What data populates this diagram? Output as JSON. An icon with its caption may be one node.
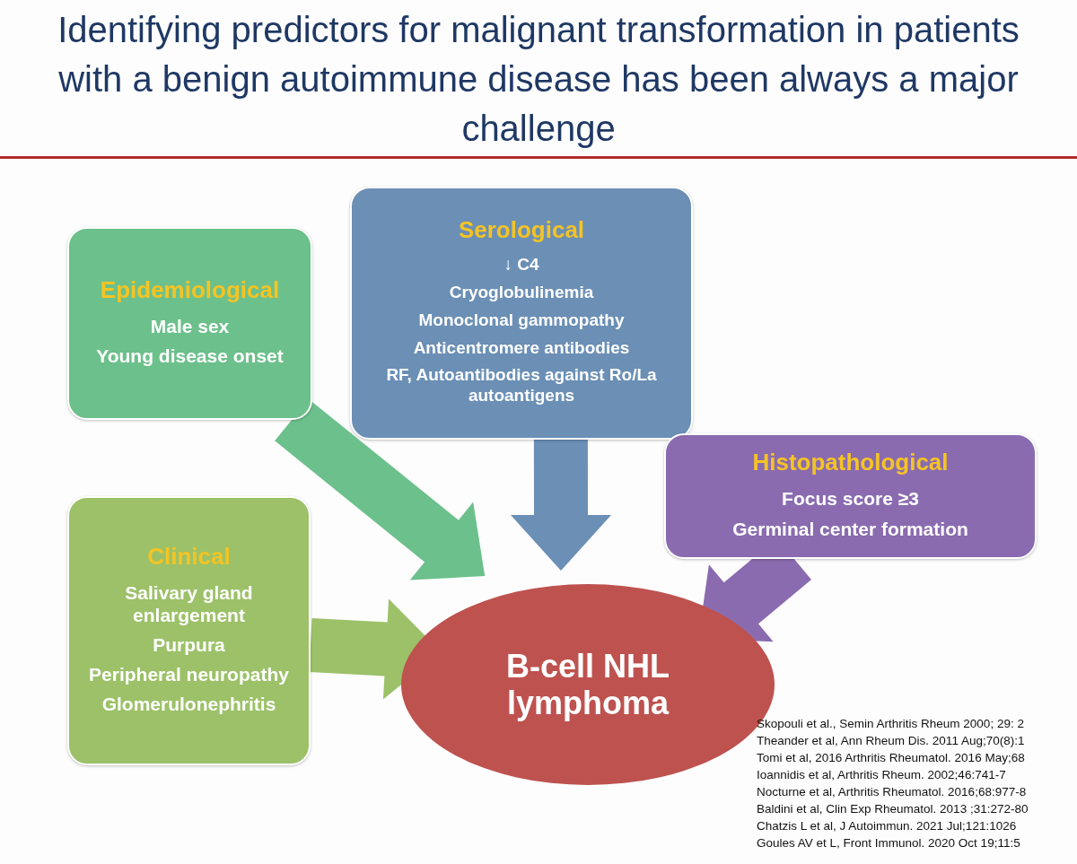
{
  "diagram": {
    "title": "Identifying predictors for malignant transformation in patients with a benign autoimmune disease has been always a major challenge",
    "nodes": [
      {
        "text": [
          "Epidemiological",
          "Male sex",
          "Young disease onset"
        ]
      },
      {
        "text": [
          "Serological",
          "↓ C4",
          "Cryoglobulinemia",
          "Monoclonal gammopathy",
          "Anticentromere antibodies",
          "RF, Autoantibodies against Ro/La autoantigens"
        ]
      },
      {
        "text": [
          "Histopathological",
          "Focus score ≥3",
          "Germinal center formation"
        ]
      },
      {
        "text": [
          "Clinical",
          "Salivary gland enlargement",
          "Purpura",
          "Peripheral neuropathy",
          "Glomerulonephritis"
        ]
      },
      {
        "text": [
          "B-cell NHL lymphoma"
        ]
      }
    ],
    "edges": [
      {
        "from": 0,
        "to": 4,
        "arrow": "to",
        "color": "#6cc08b"
      },
      {
        "from": 1,
        "to": 4,
        "arrow": "to",
        "color": "#6b8fb5"
      },
      {
        "from": 2,
        "to": 4,
        "arrow": "to",
        "color": "#8a6bb0"
      },
      {
        "from": 3,
        "to": 4,
        "arrow": "to",
        "color": "#9cc168"
      }
    ],
    "labels": [
      "Skopouli et al., Semin Arthritis Rheum 2000; 29: 2",
      "Theander et al, Ann Rheum Dis. 2011 Aug;70(8):1",
      "Tomi et al, 2016 Arthritis Rheumatol. 2016 May;68",
      "Ioannidis et al, Arthritis Rheum. 2002;46:741-7",
      "Nocturne et al, Arthritis Rheumatol. 2016;68:977-8",
      "Baldini et al, Clin Exp Rheumatol. 2013 ;31:272-80",
      "Chatzis L et al,  J Autoimmun. 2021 Jul;121:1026",
      "Goules AV et L, Front Immunol. 2020 Oct 19;11:5"
    ]
  }
}
